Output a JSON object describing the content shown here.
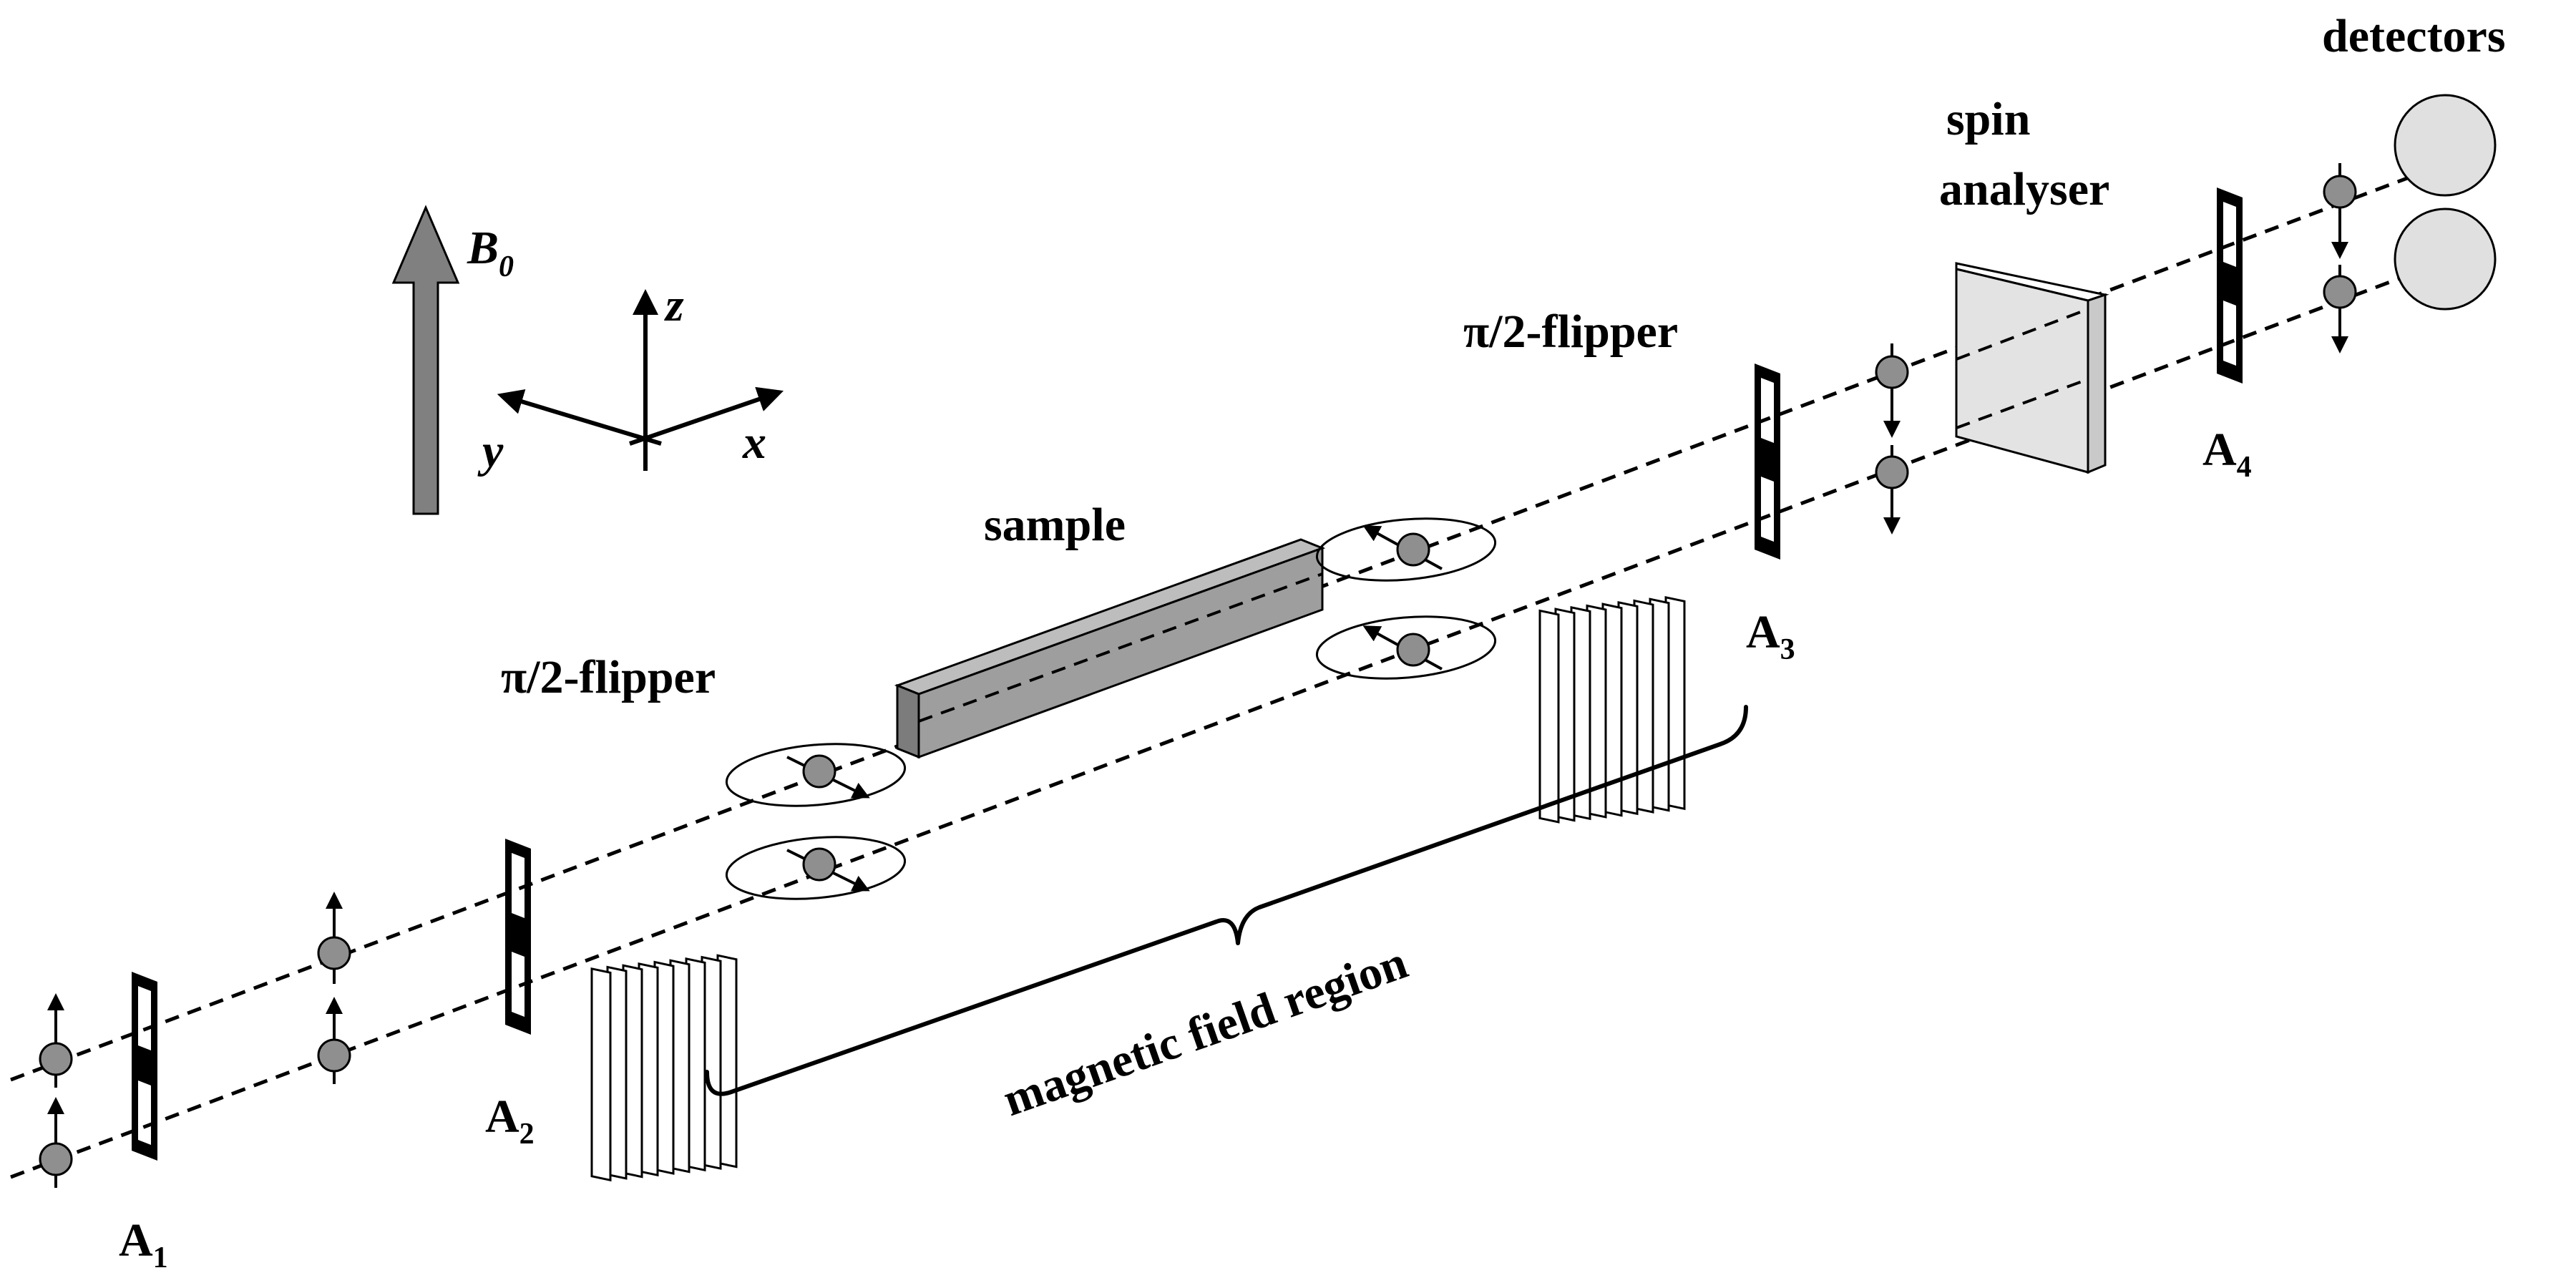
{
  "labels": {
    "detectors": "detectors",
    "spin_analyser_line1": "spin",
    "spin_analyser_line2": "analyser",
    "b0_main": "B",
    "b0_sub": "0",
    "axis_z": "z",
    "axis_y": "y",
    "axis_x": "x",
    "flipper_upstream": "π/2-flipper",
    "flipper_downstream": "π/2-flipper",
    "sample": "sample",
    "magnetic_field_region": "magnetic field region",
    "a1_main": "A",
    "a1_sub": "1",
    "a2_main": "A",
    "a2_sub": "2",
    "a3_main": "A",
    "a3_sub": "3",
    "a4_main": "A",
    "a4_sub": "4"
  },
  "colors": {
    "background": "#ffffff",
    "ink": "#000000",
    "neutron_fill": "#8f8f8f",
    "b0_arrow_fill": "#808080",
    "sample_top": "#bdbdbd",
    "sample_front": "#9e9e9e",
    "sample_end": "#7c7c7c",
    "analyser_face": "#e3e3e3",
    "analyser_side": "#c9c9c9",
    "detector_fill": "#e0e0e0"
  }
}
